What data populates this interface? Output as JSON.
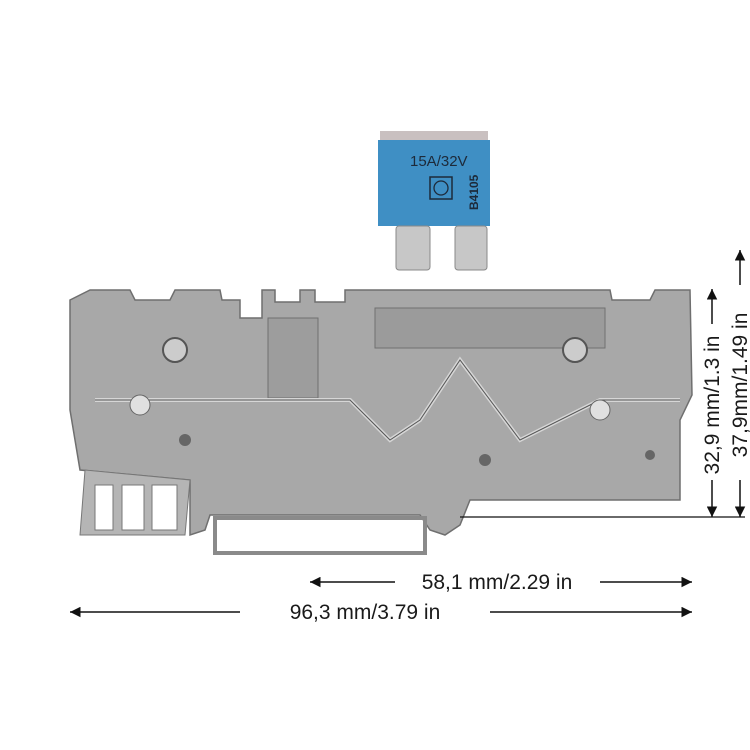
{
  "fuse": {
    "rating": "15A/32V",
    "code": "B4105",
    "body_color": "#3f8fc4"
  },
  "terminal_block": {
    "body_color": "#a8a8a8"
  },
  "dimensions": {
    "total_length": "96,3 mm/3.79 in",
    "partial_length": "58,1 mm/2.29 in",
    "height_rail": "32,9 mm/1.3 in",
    "height_total": "37,9mm/1.49 in"
  }
}
